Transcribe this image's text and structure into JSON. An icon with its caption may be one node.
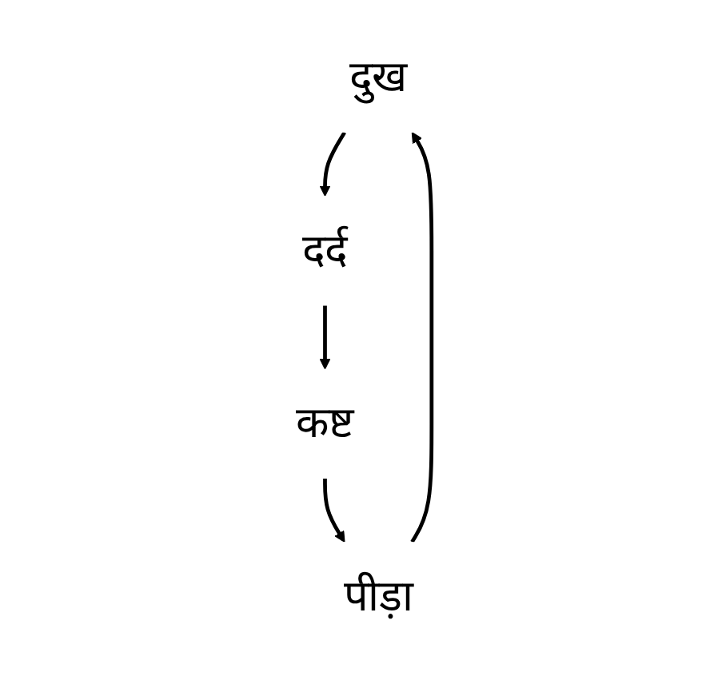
{
  "diagram": {
    "nodes": [
      {
        "text": [
          "दुख"
        ]
      },
      {
        "text": [
          "दर्द"
        ]
      },
      {
        "text": [
          "कष्ट"
        ]
      },
      {
        "text": [
          "पीड़ा"
        ]
      }
    ],
    "edges": [
      {
        "from": 0,
        "to": 1,
        "arrow": "to"
      },
      {
        "from": 1,
        "to": 2,
        "arrow": "to"
      },
      {
        "from": 2,
        "to": 3,
        "arrow": "to"
      },
      {
        "from": 3,
        "to": 0,
        "arrow": "to"
      }
    ]
  }
}
